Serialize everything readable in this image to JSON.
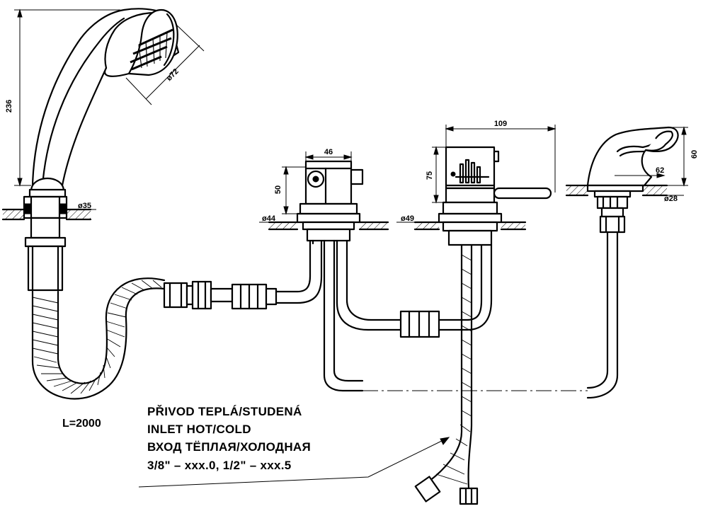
{
  "dimensions": {
    "shower_height": "236",
    "shower_head_diameter": "ø72",
    "shower_base_diameter": "ø35",
    "hose_length": "L=2000",
    "valve_width": "46",
    "valve_height": "50",
    "valve_base_diameter": "ø44",
    "mixer_width": "109",
    "mixer_height": "75",
    "mixer_base_diameter": "ø49",
    "spout_height": "60",
    "spout_reach": "62",
    "spout_base_diameter": "ø28"
  },
  "notes": {
    "line_cz": "PŘIVOD TEPLÁ/STUDENÁ",
    "line_en": "INLET HOT/COLD",
    "line_ru": "ВХОД ТЁПЛАЯ/ХОЛОДНАЯ",
    "line_sizes": "3/8\"  –  xxx.0,  1/2\"  –  xxx.5"
  }
}
